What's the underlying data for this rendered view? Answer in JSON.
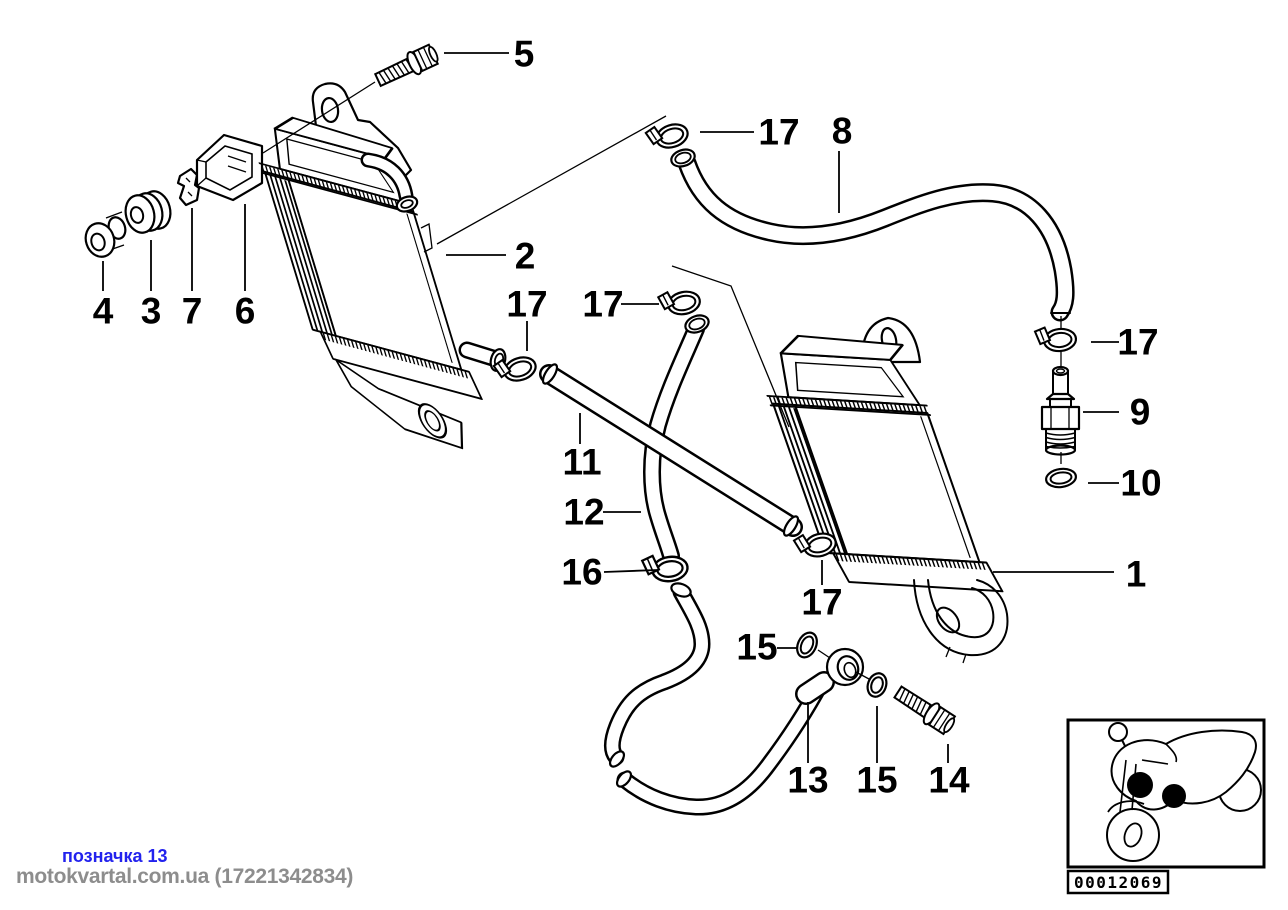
{
  "diagram": {
    "description": "Exploded parts diagram of motorcycle oil cooler with hoses and clamps",
    "callouts": [
      "5",
      "17",
      "8",
      "2",
      "17",
      "17",
      "4",
      "3",
      "7",
      "6",
      "17",
      "9",
      "10",
      "11",
      "12",
      "16",
      "1",
      "17",
      "15",
      "13",
      "15",
      "14"
    ]
  },
  "footer": {
    "note": "позначка 13",
    "watermark": "motokvartal.com.ua (17221342834)"
  },
  "thumbnail": {
    "code": "00012069"
  },
  "colors": {
    "line": "#000000",
    "background": "#ffffff",
    "note_blue": "#2222ee",
    "watermark_gray": "#8d8d8d"
  }
}
